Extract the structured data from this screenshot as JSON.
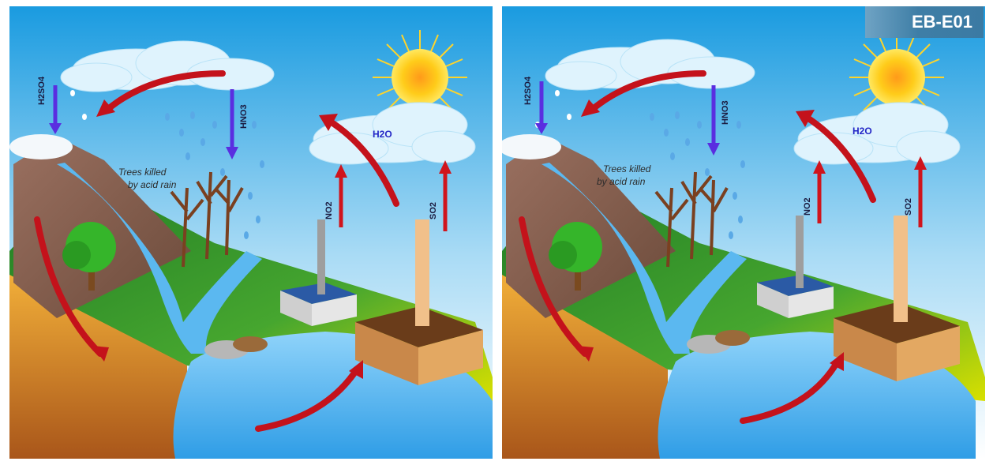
{
  "badge": {
    "text": "EB-E01"
  },
  "panels": [
    {
      "labels": {
        "h2so4": "H2SO4",
        "hno3": "HNO3",
        "h2o": "H2O",
        "no2": "NO2",
        "so2": "SO2",
        "trees_line1": "Trees killed",
        "trees_line2": "by acid rain"
      }
    },
    {
      "labels": {
        "h2so4": "H2SO4",
        "hno3": "HNO3",
        "h2o": "H2O",
        "no2": "NO2",
        "so2": "SO2",
        "trees_line1": "Trees killed",
        "trees_line2": "by acid rain"
      }
    }
  ],
  "colors": {
    "sky_top": "#1a9be0",
    "sky_bottom": "#ffffff",
    "grass": "#2f8f2b",
    "water": "#5bb8f0",
    "red_arrow": "#c4121b",
    "acid_arrow": "#5a2ee0",
    "sun": "#ffcc1a"
  }
}
